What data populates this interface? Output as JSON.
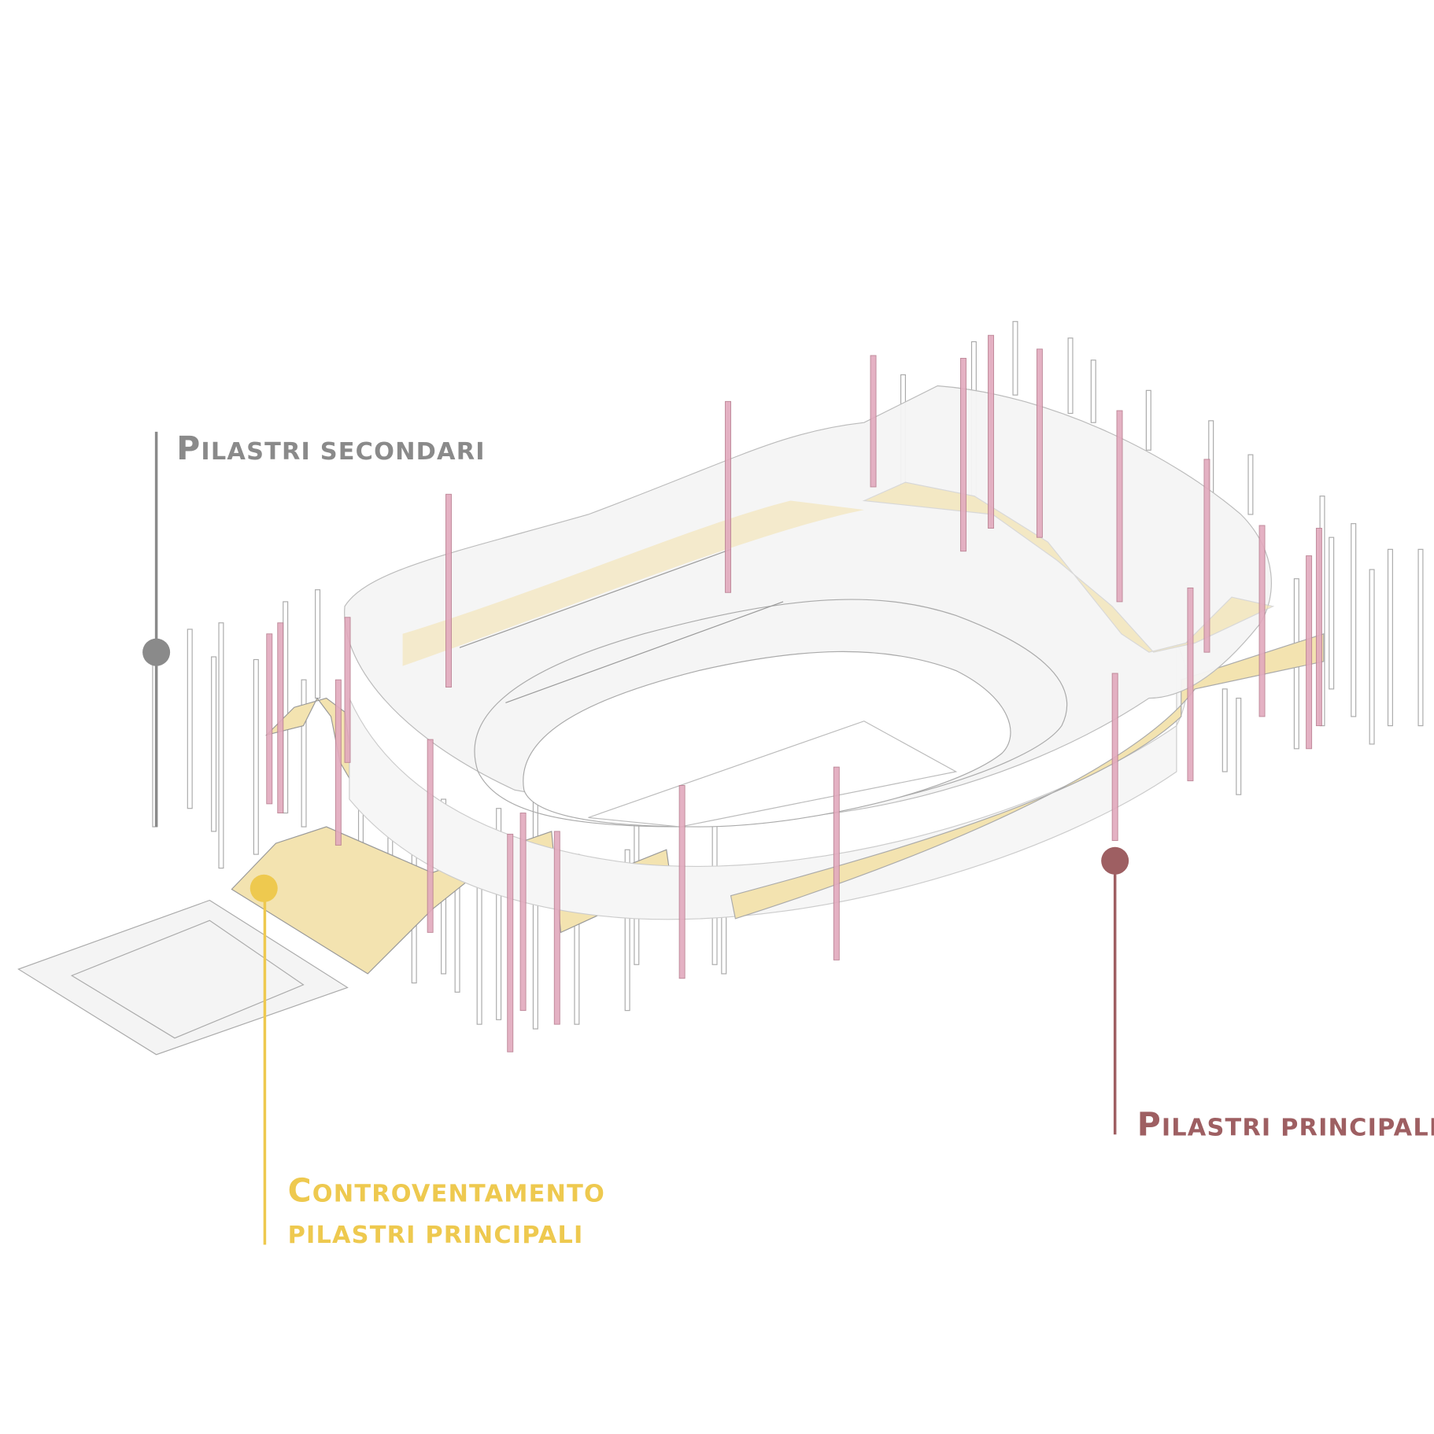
{
  "labels": {
    "secondary": {
      "text_first": "P",
      "text_rest": "ILASTRI SECONDARI",
      "color": "#8a8a8a"
    },
    "bracing": {
      "line1_first": "C",
      "line1_rest": "ONTROVENTAMENTO",
      "line2": "PILASTRI PRINCIPALI",
      "color": "#eec94f"
    },
    "primary": {
      "text_first": "P",
      "text_rest": "ILASTRI PRINCIPALI",
      "color": "#9e5f62"
    }
  },
  "colors": {
    "roof": "#f4f4f4",
    "outline": "#bdbdbd",
    "bracing_fill": "#f3e3b0",
    "primary_column": "#e2a9bd",
    "secondary_column": "#ffffff"
  }
}
